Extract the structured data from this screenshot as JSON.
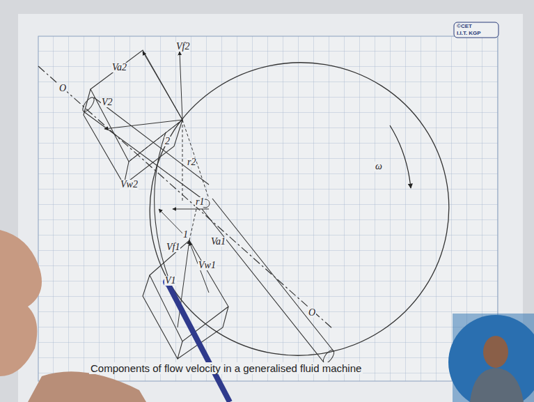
{
  "diagram": {
    "caption": "Components of flow velocity in a generalised fluid machine",
    "labels": [
      "©CET",
      "I.I.T. KGP",
      "O",
      "Va2",
      "Vf2",
      "V2",
      "2",
      "r2",
      "ω",
      "Vw2",
      "r1",
      "1",
      "Vf1",
      "Va1",
      "Vw1",
      "V1",
      "O"
    ]
  }
}
